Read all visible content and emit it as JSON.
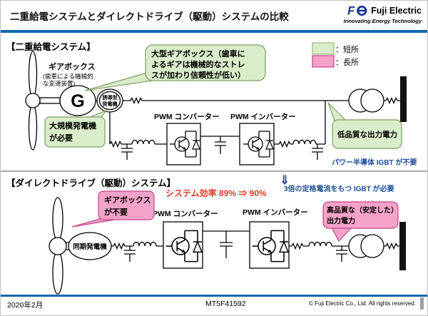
{
  "header": {
    "title": "二重給電システムとダイレクトドライブ（駆動）システムの比較",
    "logo": {
      "brand": "Fuji Electric",
      "tagline": "Innovating Energy Technology"
    }
  },
  "legend": {
    "items": [
      {
        "label": "：短所",
        "color": "#d9edca"
      },
      {
        "label": "：長所",
        "color": "#f5a2c8"
      }
    ]
  },
  "system1": {
    "heading": "【二重給電システム】",
    "gearbox_label": {
      "title": "ギアボックス",
      "sub_lines": [
        "(歯車による機械的",
        "な変速装置)"
      ]
    },
    "generator_symbol": "G",
    "generator_label": {
      "lines": [
        "誘導型",
        "発電機"
      ]
    },
    "callout_gearbox": {
      "lines": [
        "大型ギアボックス（歯車に",
        "よるギアは機械的なストレ",
        "スが加わり信頼性が低い）"
      ]
    },
    "callout_generator": {
      "lines": [
        "大規模発電機",
        "が必要"
      ]
    },
    "converter_label": "PWM コンバーター",
    "inverter_label": "PWM インバーター",
    "callout_output": "低品質な出力電力"
  },
  "system2": {
    "heading": "【ダイレクトドライブ（駆動）システム】",
    "callout_gearbox": {
      "lines": [
        "ギアボックス",
        "が不要"
      ]
    },
    "generator_label": "同期発電機",
    "converter_label": "PWM コンバーター",
    "inverter_label": "PWM インバーター",
    "callout_output": {
      "lines": [
        "高品質な（安定した）",
        "出力電力"
      ]
    }
  },
  "notes": {
    "igbt_not_needed": "パワー半導体 IGBT が不要",
    "arrow": "⇓",
    "igbt_needed": "3倍の定格電流をもつ IGBT が必要",
    "efficiency": "システム効率 89% ⇒ 90%"
  },
  "colors": {
    "accent_blue": "#1467ae",
    "note_blue": "#1e4f9e",
    "note_red": "#e8392b",
    "callout_green": "#d9edca",
    "callout_pink": "#f5a2c8"
  },
  "footer": {
    "date": "2020年2月",
    "doc_id": "MT5F41592",
    "copyright": "© Fuji Electric Co., Ltd. All rights reserved."
  }
}
